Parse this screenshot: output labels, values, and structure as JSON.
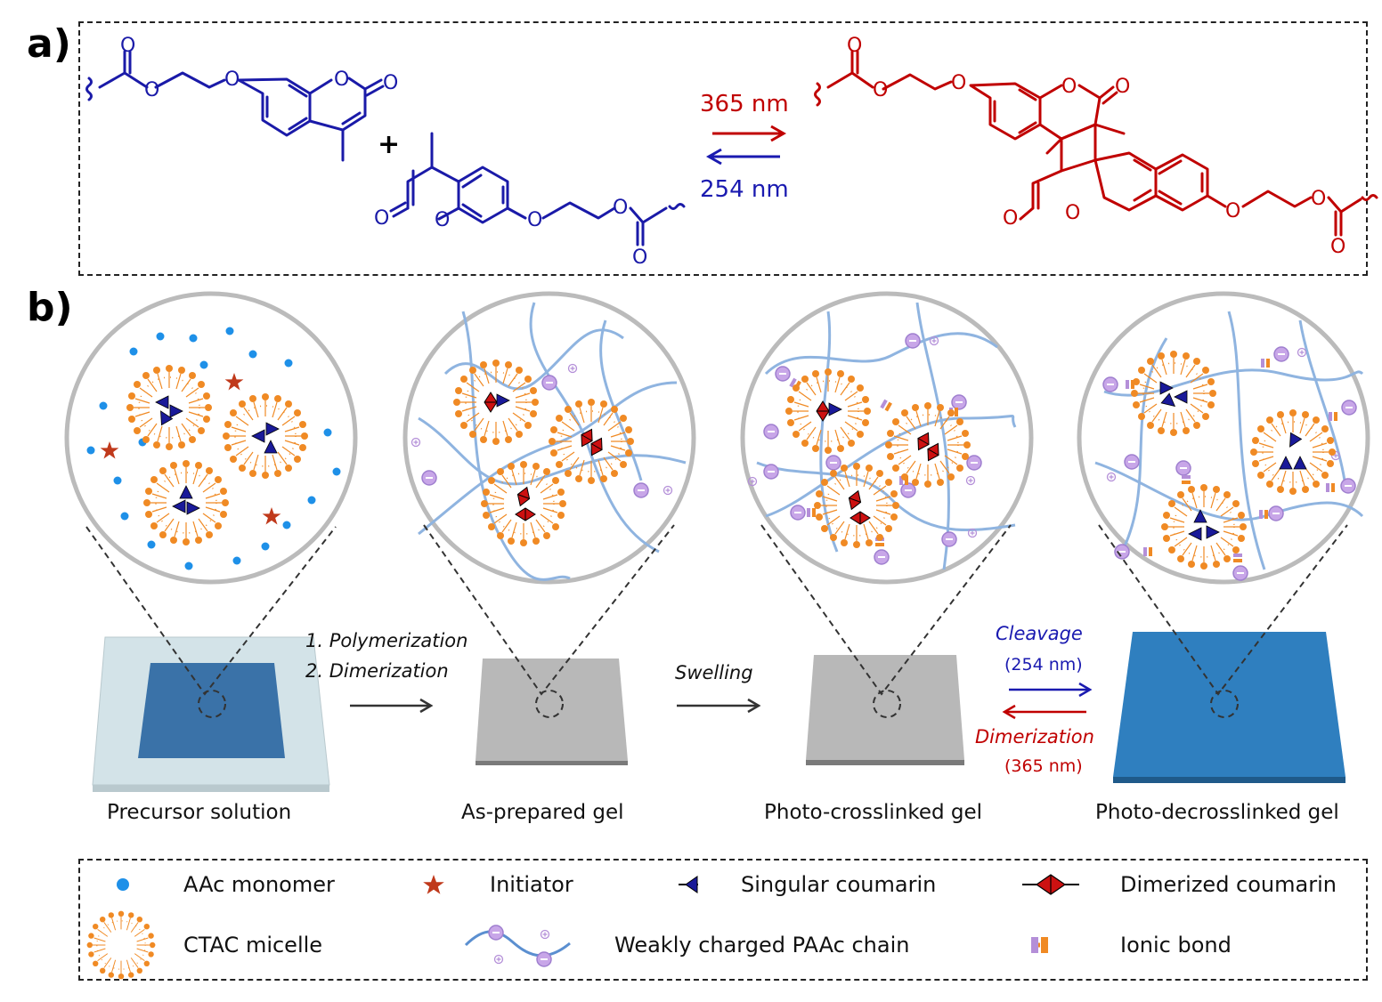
{
  "panels": {
    "a": "a)",
    "b": "b)"
  },
  "reaction": {
    "forward": "365 nm",
    "reverse": "254 nm",
    "plus": "+",
    "atoms": {
      "O": "O"
    }
  },
  "process": {
    "step1_line1": "1. Polymerization",
    "step1_line2": "2. Dimerization",
    "step2": "Swelling",
    "cleavage": "Cleavage",
    "cleavage_wl": "(254 nm)",
    "dimerization": "Dimerization",
    "dimerization_wl": "(365 nm)"
  },
  "stages": [
    {
      "caption": "Precursor solution"
    },
    {
      "caption": "As-prepared gel"
    },
    {
      "caption": "Photo-crosslinked gel"
    },
    {
      "caption": "Photo-decrosslinked gel"
    }
  ],
  "legend": {
    "aac": "AAc monomer",
    "initiator": "Initiator",
    "singular": "Singular coumarin",
    "dimerized": "Dimerized coumarin",
    "micelle": "CTAC micelle",
    "chain": "Weakly charged PAAc chain",
    "ionic": "Ionic bond"
  },
  "colors": {
    "blue_mol": "#1a1aa8",
    "red_mol": "#c00000",
    "orange": "#f08a24",
    "aac": "#1e90e8",
    "star": "#c0391b",
    "chain": "#8fb4e0",
    "charge": "#b48fd8",
    "gel_gray": "#b8b8b8",
    "gel_blue": "#2f7fbf",
    "arrow_blue": "#1a1ab0",
    "arrow_red": "#c00000"
  }
}
